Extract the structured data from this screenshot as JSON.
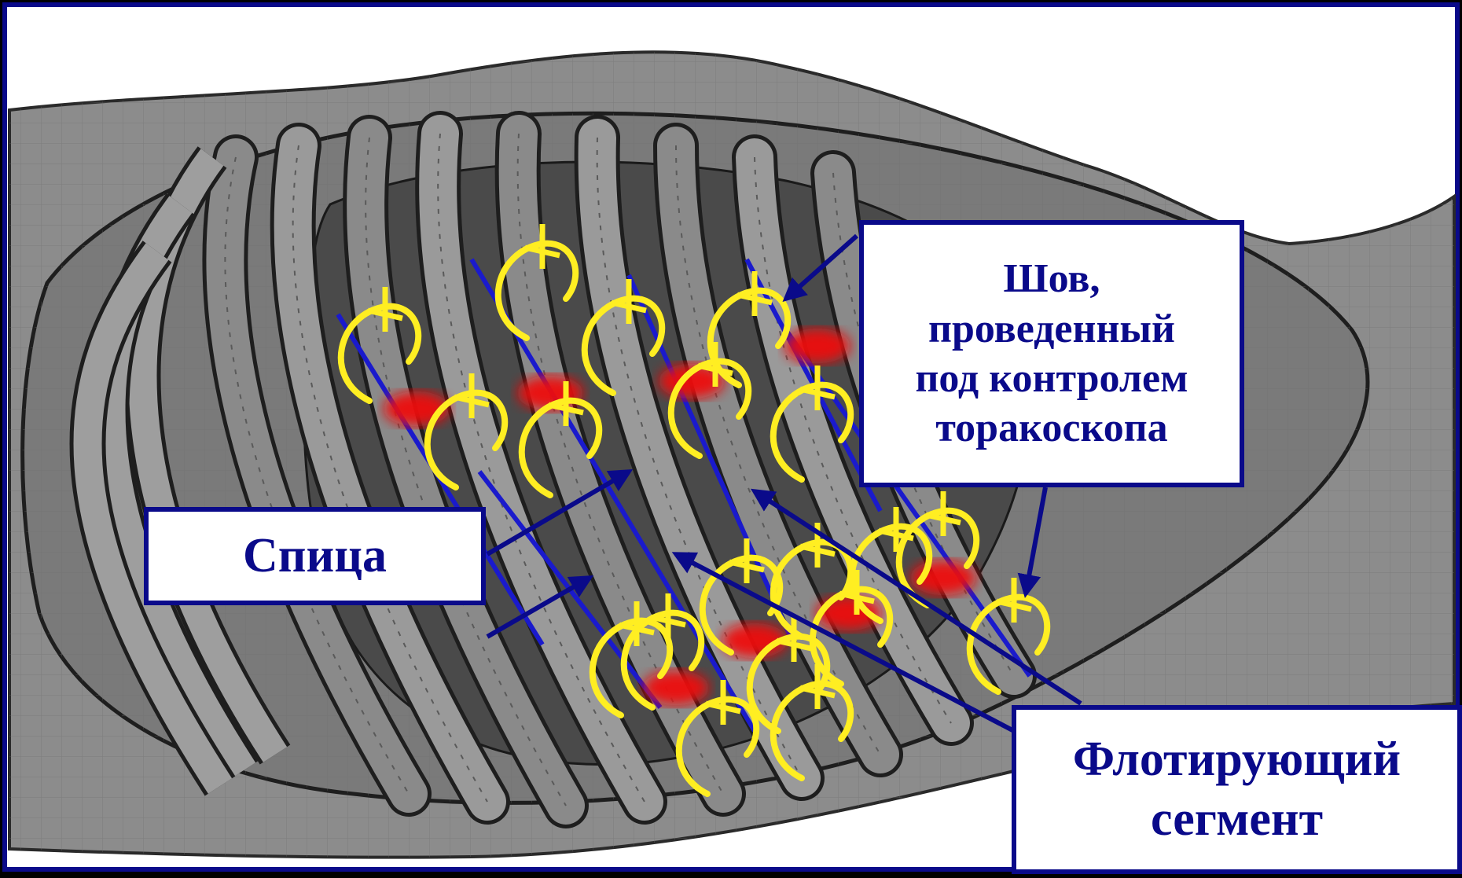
{
  "labels": {
    "suture": [
      "Шов,",
      "проведенный",
      "под контролем",
      "торакоскопа"
    ],
    "pin": "Спица",
    "floating_segment": [
      "Флотирующий",
      "сегмент"
    ]
  },
  "colors": {
    "frame": "#0a0a8a",
    "background": "#000000",
    "drawing": "#8a8a8a",
    "rib_dark": "#3c3c3c",
    "rib_light": "#9a9a9a",
    "pin_line": "#1a1acc",
    "suture": "#ffee22",
    "fracture_mark": "#ee1111",
    "arrow": "#0a0a8a"
  },
  "icons": [
    "rib-cage-illustration",
    "pin-line",
    "suture-loop",
    "fracture-mark",
    "pointer-arrow"
  ]
}
